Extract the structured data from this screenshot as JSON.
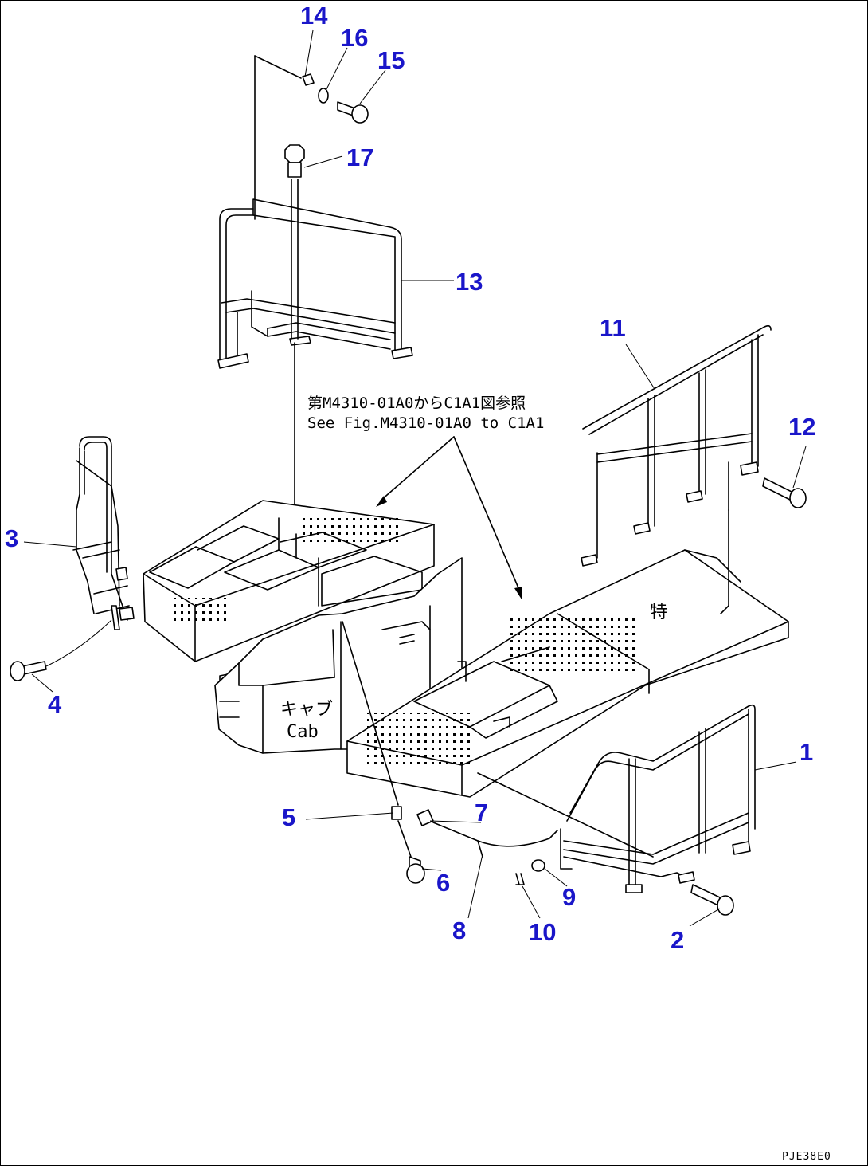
{
  "callouts": {
    "c1": "1",
    "c2": "2",
    "c3": "3",
    "c4": "4",
    "c5": "5",
    "c6": "6",
    "c7": "7",
    "c8": "8",
    "c9": "9",
    "c10": "10",
    "c11": "11",
    "c12": "12",
    "c13": "13",
    "c14": "14",
    "c15": "15",
    "c16": "16",
    "c17": "17"
  },
  "reference_note": {
    "japanese": "第M4310-01A0からC1A1図参照",
    "english": "See Fig.M4310-01A0 to C1A1"
  },
  "cab_label": {
    "japanese": "キャブ",
    "english": "Cab"
  },
  "panel_mark": "特",
  "drawing_code": "PJE38E0",
  "colors": {
    "callout": "#1a16c9",
    "line": "#000000",
    "background": "#ffffff"
  }
}
